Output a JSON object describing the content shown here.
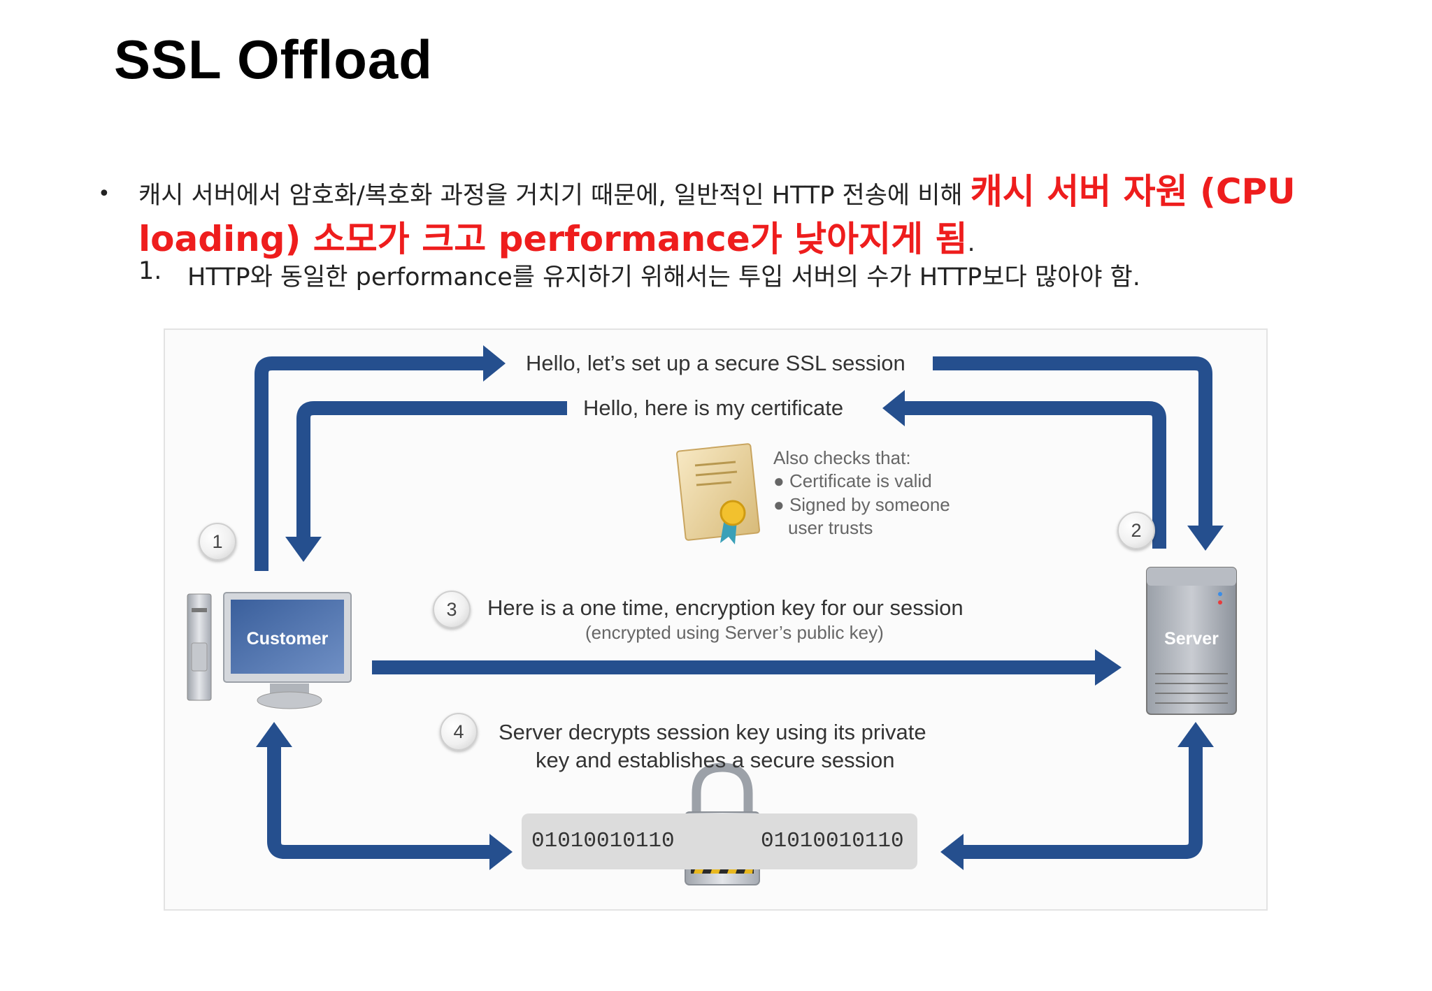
{
  "slide": {
    "title": "SSL Offload",
    "bullet_symbol": "•",
    "bullet_normal": "캐시 서버에서 암호화/복호화 과정을 거치기 때문에, 일반적인 HTTP 전송에 비해 ",
    "bullet_emphasis": "캐시 서버 자원 (CPU loading) 소모가 크고 performance가 낮아지게 됨",
    "bullet_end": ".",
    "sub_number": "1.",
    "sub_text": "HTTP와 동일한 performance를 유지하기 위해서는 투입 서버의 수가 HTTP보다 많아야 함."
  },
  "diagram": {
    "step1_msg": "Hello, let’s set up a secure SSL session",
    "step2_msg": "Hello, here is my certificate",
    "checks_title": "Also checks that:",
    "check_1": "Certificate is valid",
    "check_2": "Signed by someone",
    "check_2b": "user trusts",
    "step3_msg": "Here is a one time, encryption key for our session",
    "step3_note": "(encrypted using Server’s public key)",
    "step4_line1": "Server decrypts session key using its private",
    "step4_line2": "key and establishes a secure session",
    "customer_label": "Customer",
    "server_label": "Server",
    "bits_left": "01010010110",
    "bits_right": "01010010110",
    "step_numbers": [
      "1",
      "2",
      "3",
      "4"
    ],
    "arrow_color": "#254f8e",
    "icons": [
      "certificate-icon",
      "padlock-icon",
      "customer-computer-icon",
      "server-icon"
    ]
  }
}
